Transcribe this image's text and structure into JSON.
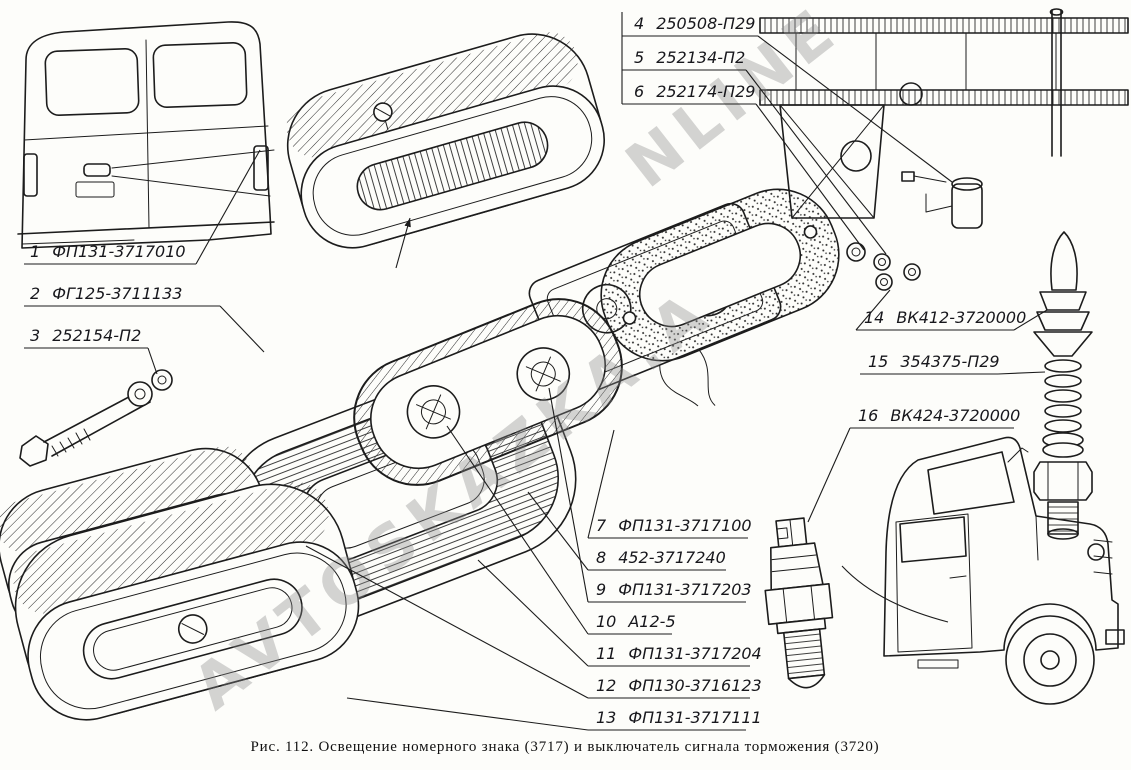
{
  "figure": {
    "caption": "Рис. 112. Освещение номерного знака (3717) и выключатель сигнала торможения (3720)"
  },
  "watermark": {
    "line1": "AVTOSKAZKA.A",
    "line2": "NLINE"
  },
  "colors": {
    "ink": "#1c1c1c",
    "paper": "#fdfdfa",
    "watermark": "#8a8a8a"
  },
  "parts_legend": [
    {
      "num": "1",
      "code": "ФП131-3717010"
    },
    {
      "num": "2",
      "code": "ФГ125-3711133"
    },
    {
      "num": "3",
      "code": "252154-П2"
    },
    {
      "num": "4",
      "code": "250508-П29"
    },
    {
      "num": "5",
      "code": "252134-П2"
    },
    {
      "num": "6",
      "code": "252174-П29"
    },
    {
      "num": "7",
      "code": "ФП131-3717100"
    },
    {
      "num": "8",
      "code": "452-3717240"
    },
    {
      "num": "9",
      "code": "ФП131-3717203"
    },
    {
      "num": "10",
      "code": "А12-5"
    },
    {
      "num": "11",
      "code": "ФП131-3717204"
    },
    {
      "num": "12",
      "code": "ФП130-3716123"
    },
    {
      "num": "13",
      "code": "ФП131-3717111"
    },
    {
      "num": "14",
      "code": "ВК412-3720000"
    },
    {
      "num": "15",
      "code": "354375-П29"
    },
    {
      "num": "16",
      "code": "ВК424-3720000"
    }
  ]
}
